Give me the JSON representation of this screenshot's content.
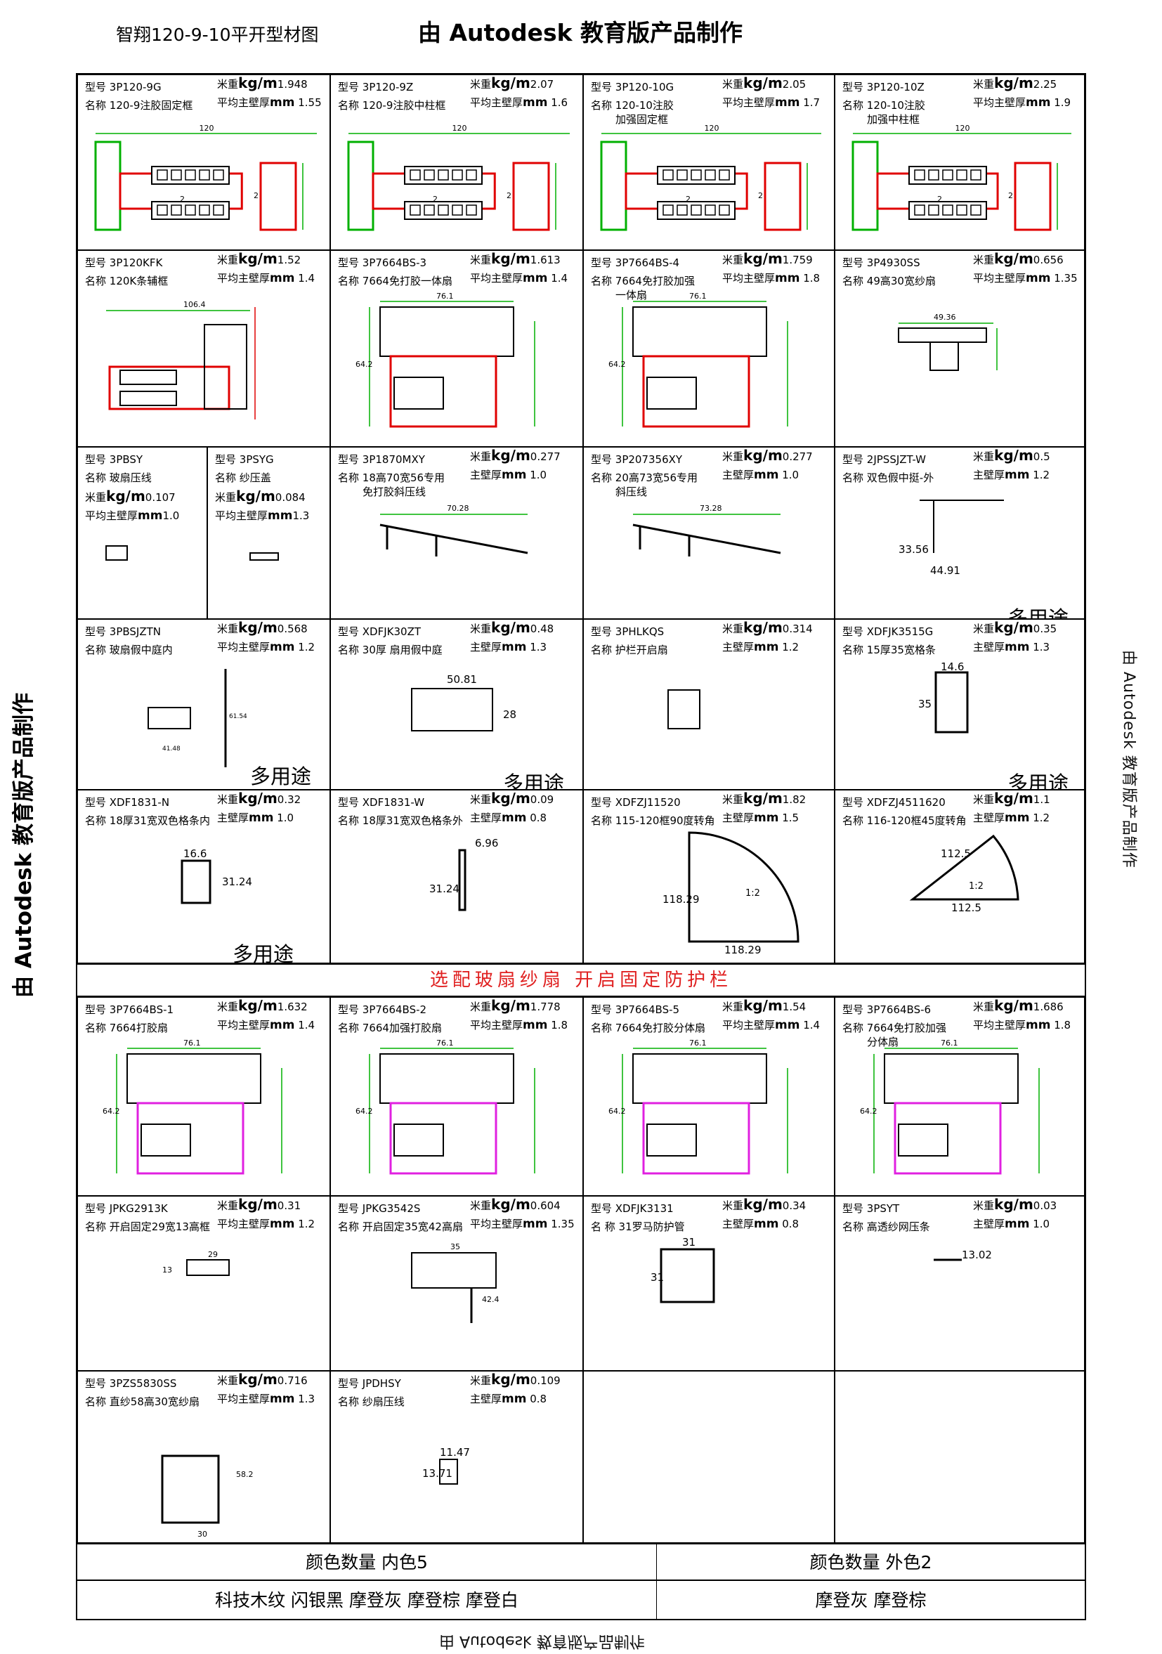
{
  "header": {
    "doc_title": "智翔120-9-10平开型材图",
    "watermark": "由 Autodesk 教育版产品制作"
  },
  "side_left": "由 Autodesk 教育版产品制作",
  "side_right": "由 Autodesk 教育版产品制作",
  "footer_mirror": "由 Autodesk 教育版产品制作",
  "labels": {
    "model": "型号",
    "name": "名称",
    "name_spaced": "名 称",
    "weight": "米重",
    "weight_unit": "kg/m",
    "avg_thick": "平均主壁厚",
    "main_thick": "主壁厚",
    "thick_unit": "mm",
    "multi": "多用途"
  },
  "section_title": "选配玻扇纱扇  开启固定防护栏",
  "profiles": [
    {
      "model": "3P120-9G",
      "weight": "1.948",
      "name": "120-9注胶固定框",
      "thick": "1.55",
      "tlabel": "avg"
    },
    {
      "model": "3P120-9Z",
      "weight": "2.07",
      "name": "120-9注胶中柱框",
      "thick": "1.6",
      "tlabel": "avg"
    },
    {
      "model": "3P120-10G",
      "weight": "2.05",
      "name": "120-10注胶",
      "name2": "加强固定框",
      "thick": "1.7",
      "tlabel": "avg"
    },
    {
      "model": "3P120-10Z",
      "weight": "2.25",
      "name": "120-10注胶",
      "name2": "加强中柱框",
      "thick": "1.9",
      "tlabel": "avg"
    },
    {
      "model": "3P120KFK",
      "weight": "1.52",
      "name": "120K条辅框",
      "thick": "1.4",
      "tlabel": "avg"
    },
    {
      "model": "3P7664BS-3",
      "weight": "1.613",
      "name": "7664免打胶一体扇",
      "thick": "1.4",
      "tlabel": "avg"
    },
    {
      "model": "3P7664BS-4",
      "weight": "1.759",
      "name": "7664免打胶加强",
      "name2": "一体扇",
      "thick": "1.8",
      "tlabel": "avg"
    },
    {
      "model": "3P4930SS",
      "weight": "0.656",
      "name": "49高30宽纱扇",
      "thick": "1.35",
      "tlabel": "avg"
    },
    {
      "model": "3PBSY",
      "weight": "0.107",
      "name": "玻扇压线",
      "thick": "1.0",
      "tlabel": "avg"
    },
    {
      "model": "3PSYG",
      "weight": "0.084",
      "name": "纱压盖",
      "thick": "1.3",
      "tlabel": "avg"
    },
    {
      "model": "3P1870MXY",
      "weight": "0.277",
      "name": "18高70宽56专用",
      "name2": "免打胶斜压线",
      "thick": "1.0",
      "tlabel": "main"
    },
    {
      "model": "3P207356XY",
      "weight": "0.277",
      "name": "20高73宽56专用",
      "name2": "斜压线",
      "thick": "1.0",
      "tlabel": "main"
    },
    {
      "model": "2JPSSJZT-W",
      "weight": "0.5",
      "name": "双色假中挺-外",
      "thick": "1.2",
      "tlabel": "main"
    },
    {
      "model": "3PBSJZTN",
      "weight": "0.568",
      "name": "玻扇假中庭内",
      "thick": "1.2",
      "tlabel": "avg"
    },
    {
      "model": "XDFJK30ZT",
      "weight": "0.48",
      "name": "30厚 扇用假中庭",
      "thick": "1.3",
      "tlabel": "main"
    },
    {
      "model": "3PHLKQS",
      "weight": "0.314",
      "name": "护栏开启扇",
      "thick": "1.2",
      "tlabel": "main"
    },
    {
      "model": "XDFJK3515G",
      "weight": "0.35",
      "name": "15厚35宽格条",
      "thick": "1.3",
      "tlabel": "main"
    },
    {
      "model": "XDF1831-N",
      "weight": "0.32",
      "name": "18厚31宽双色格条内",
      "thick": "1.0",
      "tlabel": "main"
    },
    {
      "model": "XDF1831-W",
      "weight": "0.09",
      "name": "18厚31宽双色格条外",
      "thick": "0.8",
      "tlabel": "main"
    },
    {
      "model": "XDFZJ11520",
      "weight": "1.82",
      "name": "115-120框90度转角",
      "thick": "1.5",
      "tlabel": "main"
    },
    {
      "model": "XDFZJ4511620",
      "weight": "1.1",
      "name": "116-120框45度转角",
      "thick": "1.2",
      "tlabel": "main"
    },
    {
      "model": "3P7664BS-1",
      "weight": "1.632",
      "name": "7664打胶扇",
      "thick": "1.4",
      "tlabel": "avg"
    },
    {
      "model": "3P7664BS-2",
      "weight": "1.778",
      "name": "7664加强打胶扇",
      "thick": "1.8",
      "tlabel": "avg"
    },
    {
      "model": "3P7664BS-5",
      "weight": "1.54",
      "name": "7664免打胶分体扇",
      "thick": "1.4",
      "tlabel": "avg"
    },
    {
      "model": "3P7664BS-6",
      "weight": "1.686",
      "name": "7664免打胶加强",
      "name2": "分体扇",
      "thick": "1.8",
      "tlabel": "avg"
    },
    {
      "model": "JPKG2913K",
      "weight": "0.31",
      "name": "开启固定29宽13高框",
      "thick": "1.2",
      "tlabel": "avg"
    },
    {
      "model": "JPKG3542S",
      "weight": "0.604",
      "name": "开启固定35宽42高扇",
      "thick": "1.35",
      "tlabel": "avg"
    },
    {
      "model": "XDFJK3131",
      "weight": "0.34",
      "name": "31罗马防护管",
      "thick": "0.8",
      "tlabel": "main"
    },
    {
      "model": "3PSYT",
      "weight": "0.03",
      "name": "高透纱网压条",
      "thick": "1.0",
      "tlabel": "main"
    },
    {
      "model": "3PZS5830SS",
      "weight": "0.716",
      "name": "直纱58高30宽纱扇",
      "thick": "1.3",
      "tlabel": "avg"
    },
    {
      "model": "JPDHSY",
      "weight": "0.109",
      "name": "纱扇压线",
      "thick": "0.8",
      "tlabel": "main"
    }
  ],
  "dims": {
    "w120": "120",
    "w106": "106.4",
    "w761": "76.1",
    "w4936": "49.36",
    "w7028": "70.28",
    "w7328": "73.28",
    "d3356": "33.56",
    "d4491": "44.91",
    "d5081": "50.81",
    "d28": "28",
    "d146": "14.6",
    "d35": "35",
    "d166": "16.6",
    "d3124": "31.24",
    "d696": "6.96",
    "d11829": "118.29",
    "d1125": "112.5",
    "d12": "1:2",
    "d31": "31",
    "d1302": "13.02",
    "d1147": "11.47",
    "d1371": "13.71",
    "d29": "29",
    "d13": "13",
    "d42": "42.4",
    "d30": "30",
    "d582": "58.2",
    "d4148": "41.48",
    "d6154": "61.54"
  },
  "colors": {
    "section_title": "#e02020",
    "profile_red": "#e00000",
    "profile_green": "#00b000",
    "profile_magenta": "#e020e0",
    "ink": "#000000"
  },
  "footer": {
    "inner_label": "颜色数量  内色5",
    "outer_label": "颜色数量  外色2",
    "inner_colors": "科技木纹  闪银黑  摩登灰  摩登棕  摩登白",
    "outer_colors": "摩登灰      摩登棕"
  }
}
